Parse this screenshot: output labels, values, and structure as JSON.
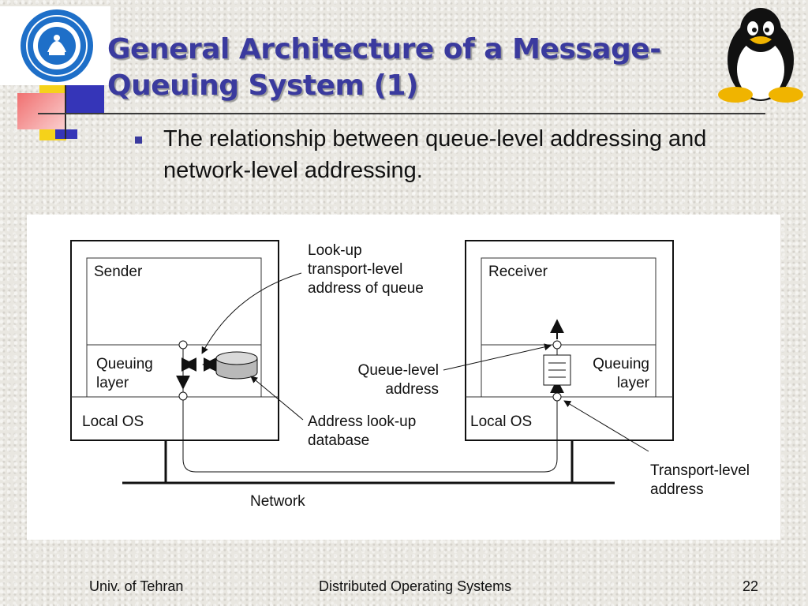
{
  "slide": {
    "title_line1": "General Architecture of a Message-",
    "title_line2": "Queuing System (1)",
    "bullet": "The relationship between queue-level addressing and network-level addressing."
  },
  "diagram": {
    "sender": {
      "title": "Sender",
      "queuing_layer_line1": "Queuing",
      "queuing_layer_line2": "layer",
      "local_os": "Local OS"
    },
    "receiver": {
      "title": "Receiver",
      "queuing_layer_line1": "Queuing",
      "queuing_layer_line2": "layer",
      "local_os": "Local OS"
    },
    "annotations": {
      "lookup_line1": "Look-up",
      "lookup_line2": "transport-level",
      "lookup_line3": "address of queue",
      "queue_level_line1": "Queue-level",
      "queue_level_line2": "address",
      "db_line1": "Address look-up",
      "db_line2": "database",
      "transport_line1": "Transport-level",
      "transport_line2": "address"
    },
    "network": "Network"
  },
  "footer": {
    "left": "Univ. of Tehran",
    "center": "Distributed Operating Systems",
    "page": "22"
  },
  "colors": {
    "title": "#3a3a9e",
    "bullet": "#3a3a9e",
    "deco_yellow": "#f5d21a",
    "deco_blue": "#3535b8",
    "deco_red": "#ec5a5a"
  },
  "icons": [
    "university-seal-icon",
    "penguin-icon"
  ]
}
